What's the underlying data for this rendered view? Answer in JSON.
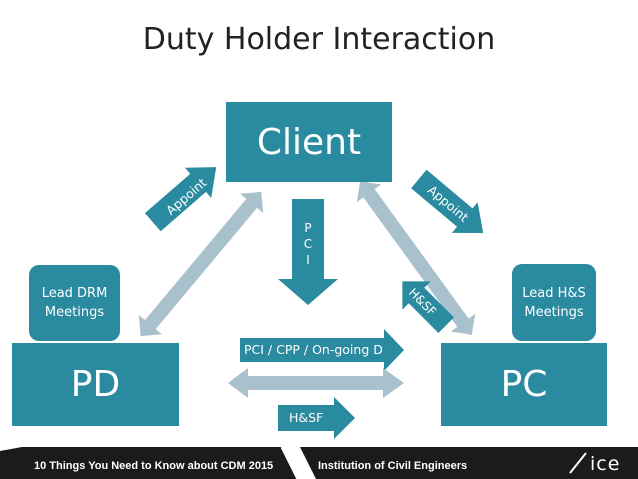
{
  "title": "Duty Holder Interaction",
  "nodes": {
    "client": "Client",
    "pd": "PD",
    "pc": "PC",
    "lead_drm": [
      "Lead DRM",
      "Meetings"
    ],
    "lead_hs": [
      "Lead H&S",
      "Meetings"
    ]
  },
  "arrows": {
    "appoint_left": "Appoint",
    "appoint_right": "Appoint",
    "pci_letters": [
      "P",
      "C",
      "I"
    ],
    "hsf_diag": "H&SF",
    "pci_cpp": "PCI / CPP / On-going D",
    "hsf_bottom": "H&SF"
  },
  "footer": {
    "left": "10 Things You Need to Know about CDM 2015",
    "right": "Institution of Civil Engineers",
    "logo": "ice"
  },
  "colors": {
    "teal": "#2a8aa0",
    "arrow_light": "#a9c1cd",
    "footer_bg": "#1b1b1b"
  }
}
